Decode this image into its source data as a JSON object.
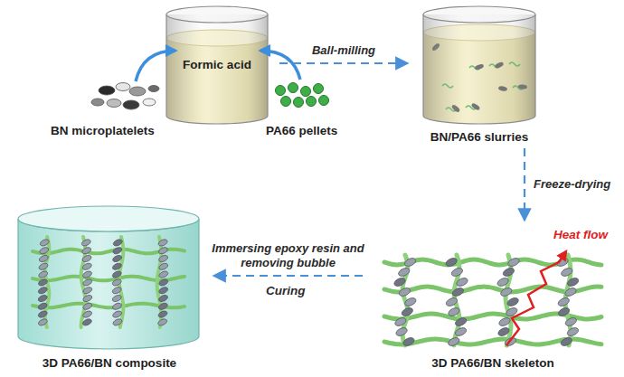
{
  "diagram": {
    "nodes": [
      {
        "text": [
          "Formic acid"
        ]
      },
      {
        "text": [
          "BN/PA66 slurries"
        ]
      },
      {
        "text": [
          "3D PA66/BN skeleton"
        ]
      },
      {
        "text": [
          "3D PA66/BN composite"
        ]
      }
    ],
    "edges": [
      {
        "from": 0,
        "to": 1,
        "arrow": "to",
        "label": "Ball-milling"
      },
      {
        "from": 1,
        "to": 2,
        "arrow": "to",
        "label": "Freeze-drying"
      },
      {
        "from": 2,
        "to": 3,
        "arrow": "to",
        "label": "Immersing epoxy resin and removing bubble"
      }
    ],
    "labels": [
      "BN microplatelets",
      "PA66 pellets",
      "Heat flow",
      "Curing"
    ]
  }
}
